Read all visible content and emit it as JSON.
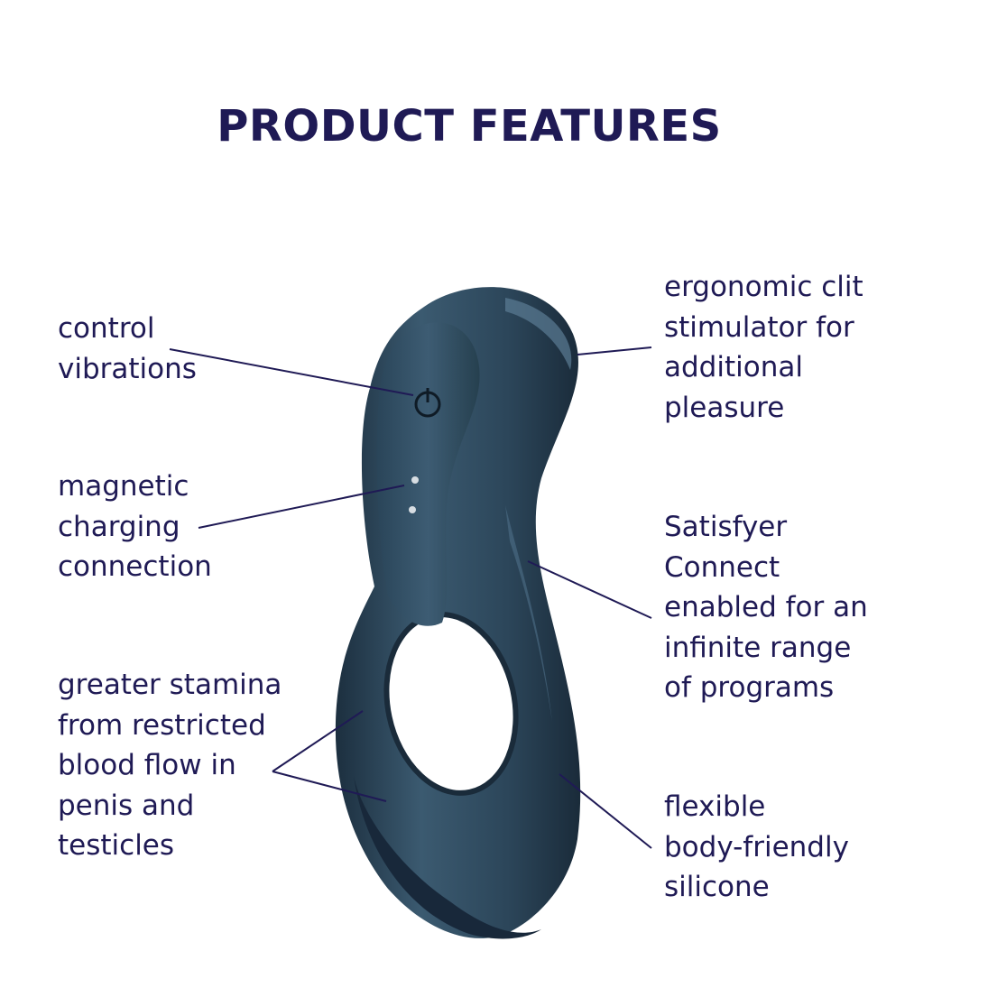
{
  "header": {
    "title": "PRODUCT FEATURES"
  },
  "features": {
    "control": [
      "control",
      "vibrations"
    ],
    "magnetic": [
      "magnetic",
      "charging",
      "connection"
    ],
    "stamina": [
      "greater stamina",
      "from restricted",
      "blood flow in",
      "penis and",
      "testicles"
    ],
    "clit": [
      "ergonomic clit",
      "stimulator for",
      "additional",
      "pleasure"
    ],
    "connect": [
      "Satisfyer",
      "Connect",
      "enabled for an",
      "infinite range",
      "of programs"
    ],
    "silicone": [
      "flexible",
      "body-friendly",
      "silicone"
    ]
  },
  "colors": {
    "text": "#1f1a55",
    "product": "#2f4a5e",
    "product_dark": "#1c2f3f",
    "product_light": "#4a6a82",
    "line": "#1f1a55"
  },
  "icons": {
    "power": "power-icon",
    "charging": "charging-pins-icon"
  }
}
